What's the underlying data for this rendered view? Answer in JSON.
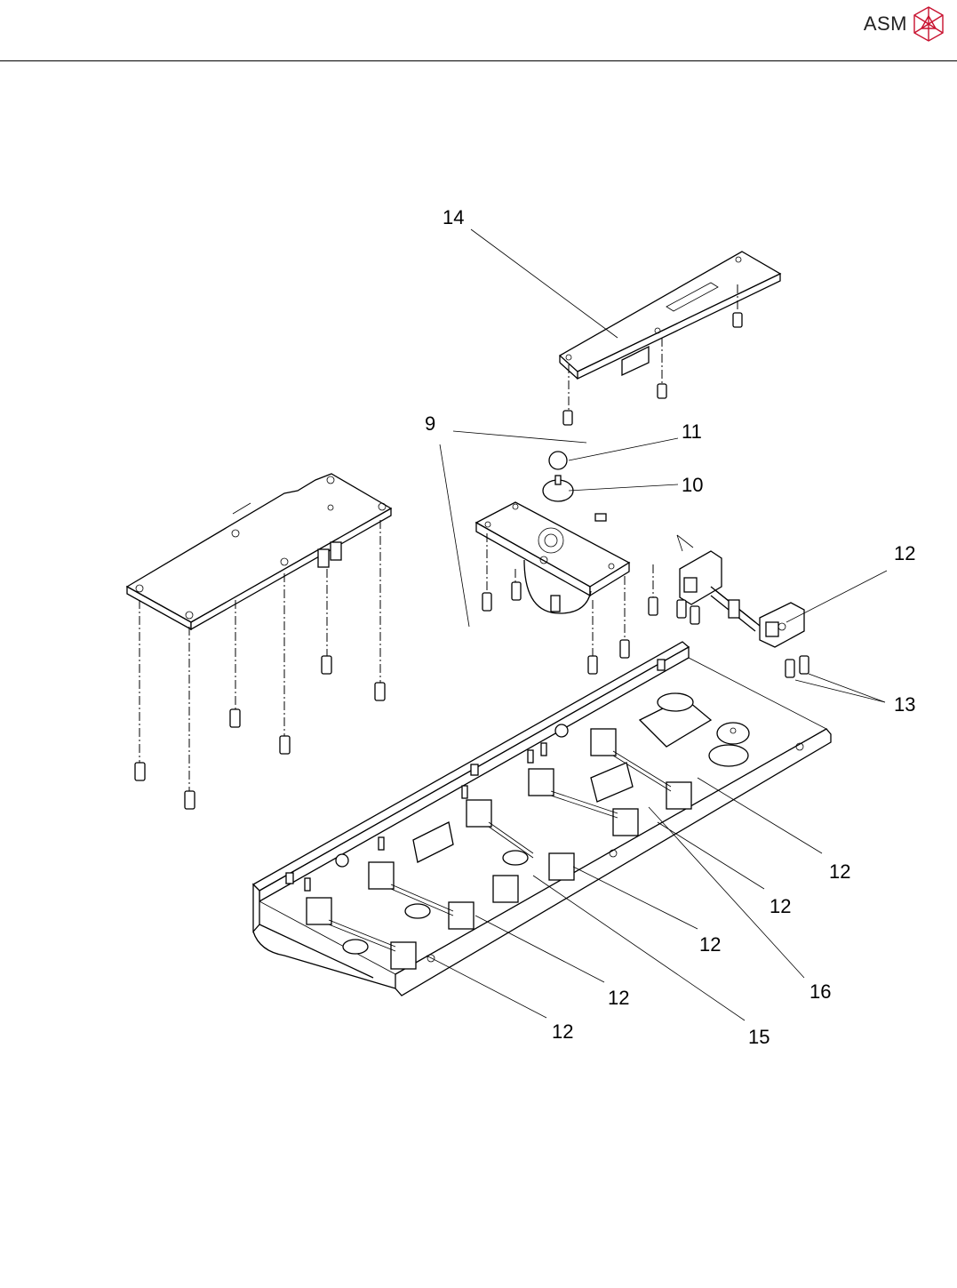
{
  "header": {
    "brand": "ASM",
    "logo_icon": "asm-cube-logo-icon",
    "brand_color": "#c8102e"
  },
  "callouts": [
    {
      "id": "c14",
      "label": "14"
    },
    {
      "id": "c9",
      "label": "9"
    },
    {
      "id": "c11",
      "label": "11"
    },
    {
      "id": "c10",
      "label": "10"
    },
    {
      "id": "c12a",
      "label": "12"
    },
    {
      "id": "c13",
      "label": "13"
    },
    {
      "id": "c12b",
      "label": "12"
    },
    {
      "id": "c12c",
      "label": "12"
    },
    {
      "id": "c12d",
      "label": "12"
    },
    {
      "id": "c16",
      "label": "16"
    },
    {
      "id": "c12e",
      "label": "12"
    },
    {
      "id": "c12f",
      "label": "12"
    },
    {
      "id": "c15",
      "label": "15"
    }
  ]
}
